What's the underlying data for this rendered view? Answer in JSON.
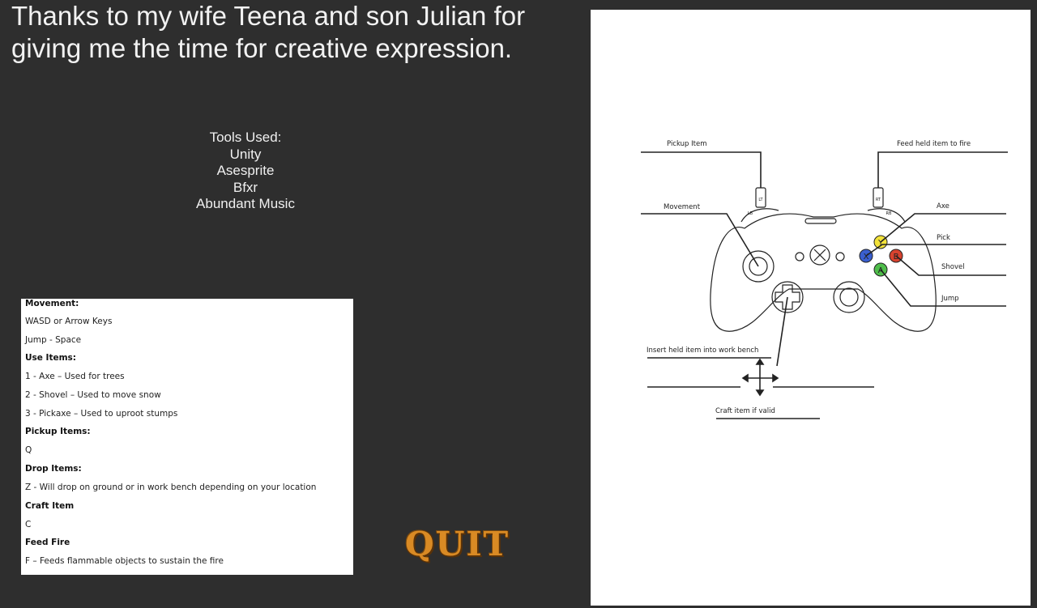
{
  "thanks_line1": "Thanks to my wife Teena and son Julian for",
  "thanks_line2": "giving me the time for creative expression.",
  "tools": {
    "heading": "Tools Used:",
    "items": [
      "Unity",
      "Asesprite",
      "Bfxr",
      "Abundant Music"
    ]
  },
  "controls": [
    {
      "text": "Movement:",
      "header": true
    },
    {
      "text": "WASD or Arrow Keys",
      "header": false
    },
    {
      "text": "Jump - Space",
      "header": false
    },
    {
      "text": "Use Items:",
      "header": true
    },
    {
      "text": "1 - Axe – Used for trees",
      "header": false
    },
    {
      "text": "2 - Shovel – Used to move snow",
      "header": false
    },
    {
      "text": "3 - Pickaxe – Used to uproot stumps",
      "header": false
    },
    {
      "text": "Pickup Items:",
      "header": true
    },
    {
      "text": "Q",
      "header": false
    },
    {
      "text": "Drop Items:",
      "header": true
    },
    {
      "text": "Z - Will drop on ground or in work bench depending on your location",
      "header": false
    },
    {
      "text": "Craft Item",
      "header": true
    },
    {
      "text": "C",
      "header": false
    },
    {
      "text": "Feed Fire",
      "header": true
    },
    {
      "text": "F – Feeds flammable objects to sustain the fire",
      "header": false
    }
  ],
  "quit_label": "QUIT",
  "diagram": {
    "pickup": "Pickup Item",
    "movement": "Movement",
    "feed": "Feed held item to fire",
    "axe": "Axe",
    "pick": "Pick",
    "shovel": "Shovel",
    "jump": "Jump",
    "insert": "Insert held item into work bench",
    "craft": "Craft item if valid",
    "btn_y": "Y",
    "btn_x": "X",
    "btn_b": "B",
    "btn_a": "A",
    "lt": "LT",
    "lb": "LB",
    "rt": "RT",
    "rb": "RB"
  },
  "colors": {
    "background": "#2e2e2e",
    "quit": "#d98a24",
    "y_button": "#f2e23a",
    "x_button": "#3a5fd0",
    "b_button": "#d8432f",
    "a_button": "#4fbd4a"
  }
}
